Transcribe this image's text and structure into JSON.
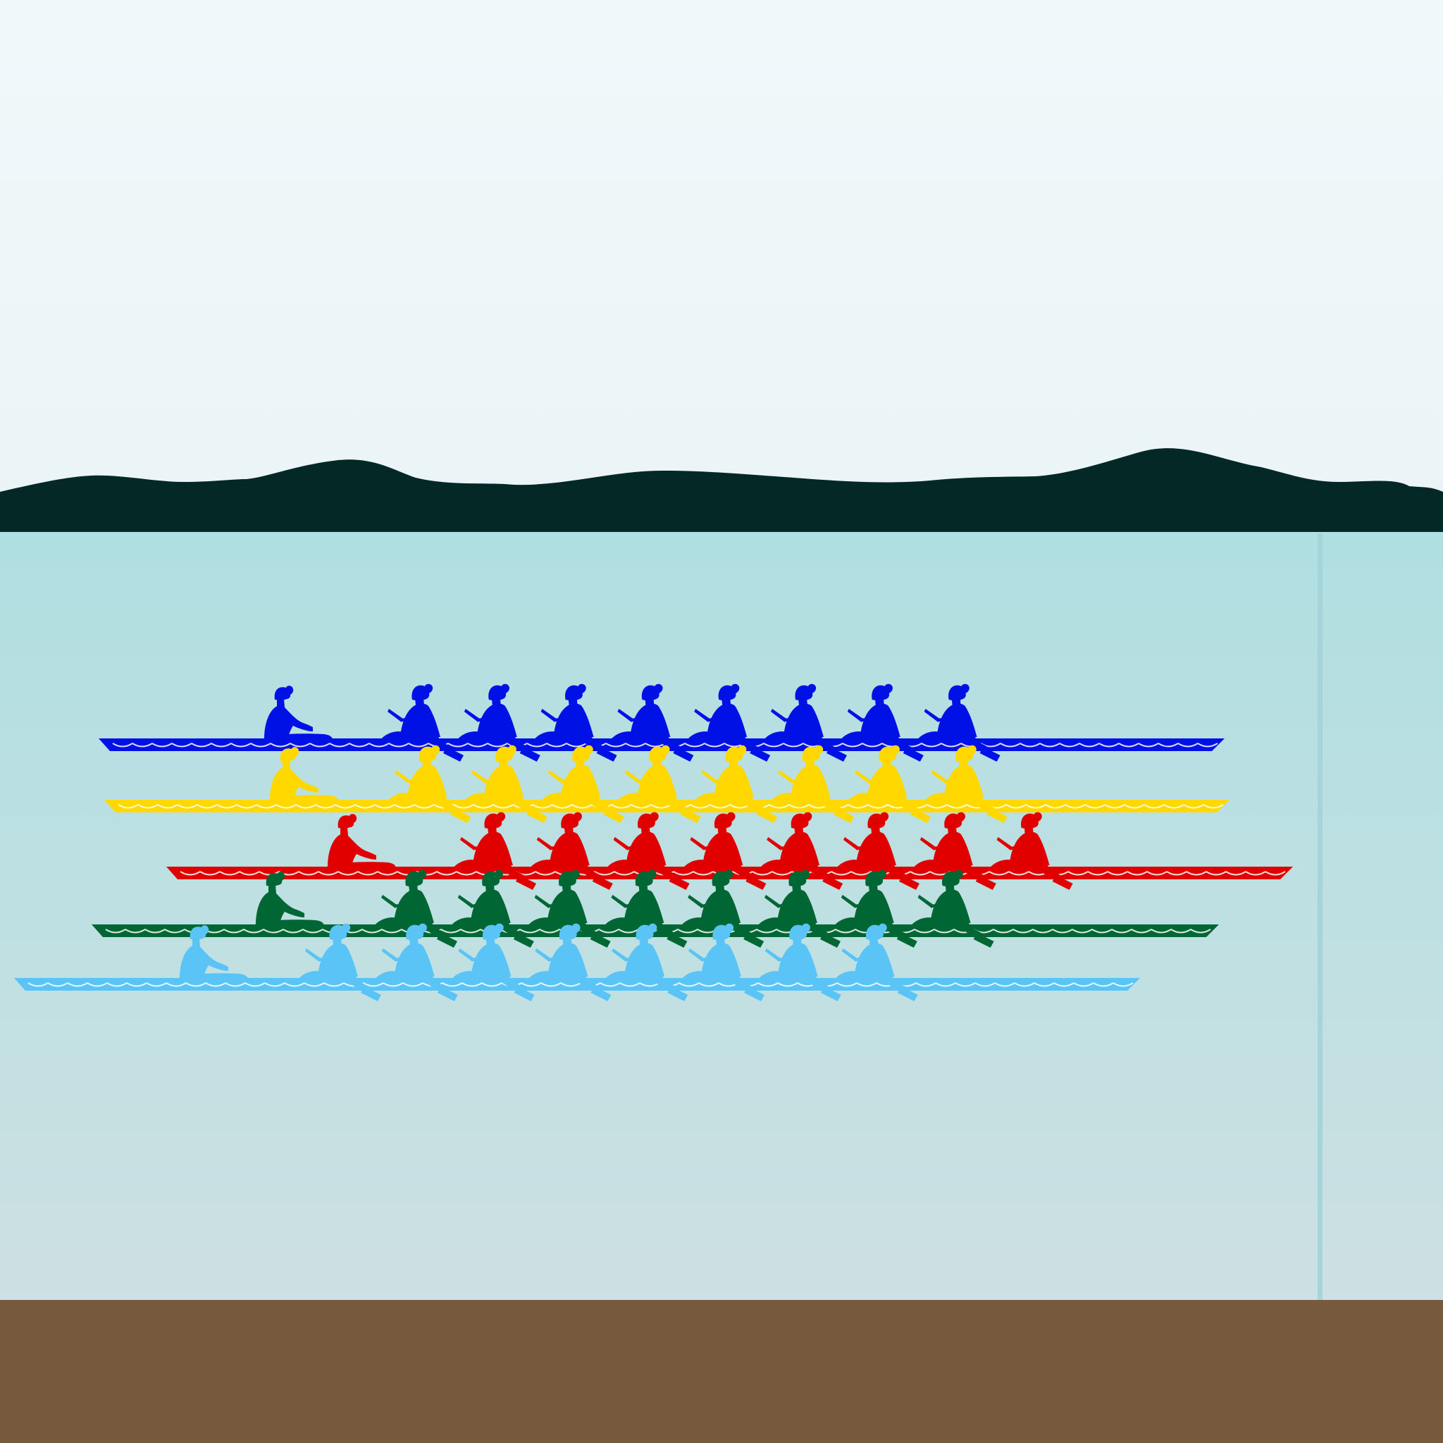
{
  "scene": {
    "sky_top_color": "#f0f8fa",
    "sky_bottom_color": "#eaf4f6",
    "hills_color": "#032826",
    "water_top_color": "#b0dfe1",
    "water_bottom_color": "#cde0e3",
    "finish_line_color": "#a5d5da",
    "ground_color": "#775a3e"
  },
  "boats": [
    {
      "name": "blue-boat",
      "color": "#0011e6",
      "rowers": 8
    },
    {
      "name": "yellow-boat",
      "color": "#ffd800",
      "rowers": 8
    },
    {
      "name": "red-boat",
      "color": "#e00000",
      "rowers": 8
    },
    {
      "name": "green-boat",
      "color": "#006633",
      "rowers": 8
    },
    {
      "name": "light-blue-boat",
      "color": "#5bc4f6",
      "rowers": 8
    }
  ]
}
